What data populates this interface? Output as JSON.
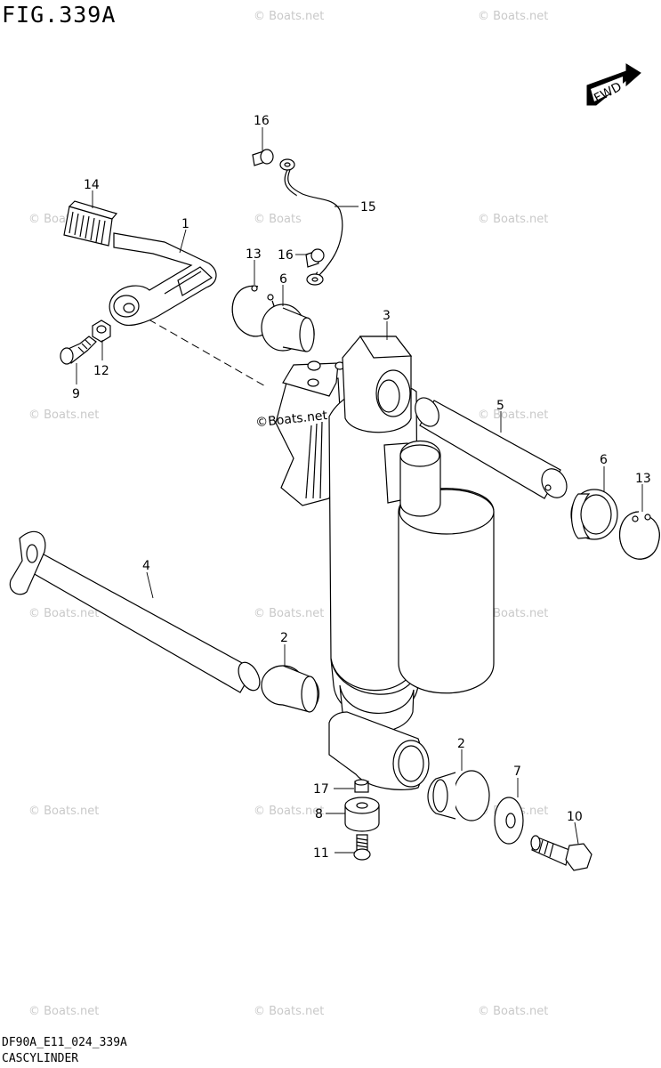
{
  "figure": {
    "title": "FIG.339A"
  },
  "footer": {
    "code": "DF90A_E11_024_339A",
    "caption": "CASCYLINDER"
  },
  "direction_badge": {
    "label": "FWD"
  },
  "watermark": {
    "text": "© Boats.net",
    "center_text": "©Boats.net"
  },
  "callouts": {
    "c1": "1",
    "c2a": "2",
    "c2b": "2",
    "c3": "3",
    "c4": "4",
    "c5": "5",
    "c6a": "6",
    "c6b": "6",
    "c7": "7",
    "c8": "8",
    "c9": "9",
    "c10": "10",
    "c11": "11",
    "c12": "12",
    "c13a": "13",
    "c13b": "13",
    "c14": "14",
    "c15": "15",
    "c16a": "16",
    "c16b": "16",
    "c17": "17"
  }
}
